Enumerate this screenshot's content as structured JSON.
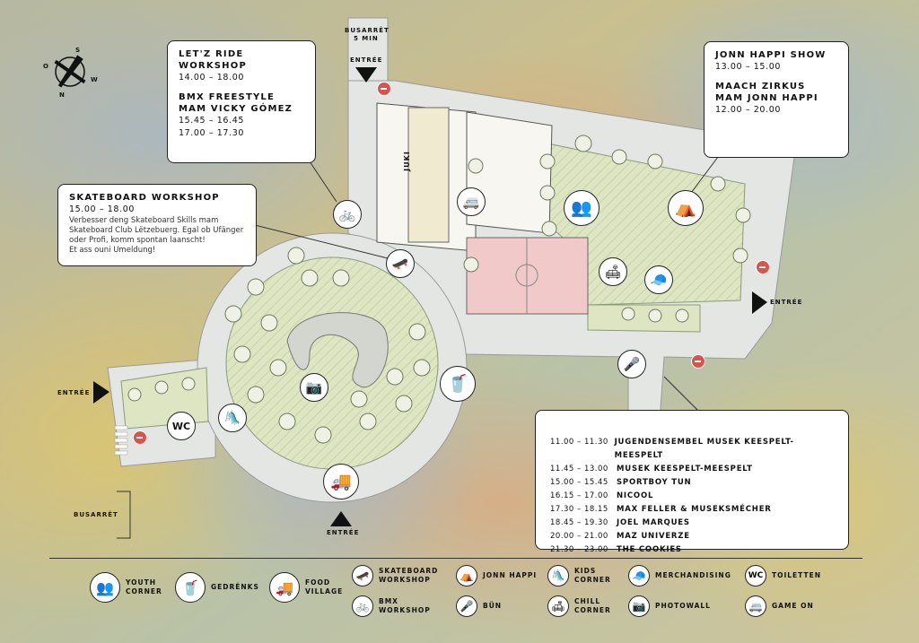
{
  "callouts": {
    "letz_ride": {
      "title1": "LET'Z RIDE",
      "title2": "WORKSHOP",
      "time1": "14.00 – 18.00",
      "title3": "BMX FREESTYLE",
      "title4": "MAM VICKY GÓMEZ",
      "time2": "15.45 – 16.45",
      "time3": "17.00 – 17.30"
    },
    "skateboard": {
      "title": "SKATEBOARD WORKSHOP",
      "time": "15.00 – 18.00",
      "desc1": "Verbesser deng Skateboard Skills mam",
      "desc2": "Skateboard Club Lëtzebuerg. Egal ob Ufänger",
      "desc3": "oder Profi, komm spontan laanscht!",
      "desc4": "Et ass ouni Umeldung!"
    },
    "jonn_happi": {
      "title1": "JONN HAPPI SHOW",
      "time1": "13.00 – 15.00",
      "title2": "MAACH ZIRKUS",
      "title3": "MAM JONN HAPPI",
      "time2": "12.00 – 20.00"
    }
  },
  "schedule": [
    {
      "time": "11.00 – 11.30",
      "act": "JUGENDENSEMBEL MUSEK KEESPELT-MEESPELT"
    },
    {
      "time": "11.45 – 13.00",
      "act": "MUSEK KEESPELT-MEESPELT"
    },
    {
      "time": "15.00 – 15.45",
      "act": "SPORTBOY TUN"
    },
    {
      "time": "16.15 – 17.00",
      "act": "NICOOL"
    },
    {
      "time": "17.30 – 18.15",
      "act": "MAX FELLER & MUSEKSMÉCHER"
    },
    {
      "time": "18.45 – 19.30",
      "act": "JOEL MARQUES"
    },
    {
      "time": "20.00 – 21.00",
      "act": "MAZ UNIVERZE"
    },
    {
      "time": "21.30 – 23.00",
      "act": "THE COOKIES"
    }
  ],
  "map_labels": {
    "busarret_top1": "BUSARRÊT",
    "busarret_top2": "5 MIN",
    "entree_top": "ENTRÉE",
    "entree_right": "ENTRÉE",
    "entree_left": "ENTRÉE",
    "entree_bottom": "ENTRÉE",
    "busarret_bottom": "BUSARRÊT",
    "juki": "JUKI",
    "wc": "WC"
  },
  "compass": {
    "s": "S",
    "w": "W",
    "n": "N",
    "o": "O"
  },
  "legend": [
    {
      "icon": "youth-corner-icon",
      "glyph": "👥",
      "line1": "YOUTH",
      "line2": "CORNER"
    },
    {
      "icon": "drinks-icon",
      "glyph": "🥤",
      "line1": "GEDRÉNKS",
      "line2": ""
    },
    {
      "icon": "food-truck-icon",
      "glyph": "🚚",
      "line1": "FOOD",
      "line2": "VILLAGE"
    },
    {
      "icon": "skateboard-icon",
      "glyph": "🛹",
      "line1": "SKATEBOARD",
      "line2": "WORKSHOP"
    },
    {
      "icon": "bmx-icon",
      "glyph": "🚲",
      "line1": "BMX",
      "line2": "WORKSHOP"
    },
    {
      "icon": "jonn-happi-icon",
      "glyph": "⛺",
      "line1": "JONN HAPPI",
      "line2": ""
    },
    {
      "icon": "microphone-icon",
      "glyph": "🎤",
      "line1": "BÜN",
      "line2": ""
    },
    {
      "icon": "kids-corner-icon",
      "glyph": "🛝",
      "line1": "KIDS",
      "line2": "CORNER"
    },
    {
      "icon": "chill-corner-icon",
      "glyph": "🛋",
      "line1": "CHILL",
      "line2": "CORNER"
    },
    {
      "icon": "merchandising-icon",
      "glyph": "🧢",
      "line1": "MERCHANDISING",
      "line2": ""
    },
    {
      "icon": "photowall-icon",
      "glyph": "📷",
      "line1": "PHOTOWALL",
      "line2": ""
    },
    {
      "icon": "wc-icon",
      "glyph": "WC",
      "line1": "TOILETTEN",
      "line2": ""
    },
    {
      "icon": "game-on-icon",
      "glyph": "🚐",
      "line1": "GAME ON",
      "line2": ""
    }
  ],
  "colors": {
    "accent_red": "#d9534f",
    "lawn": "#dde5c3",
    "road": "#e4e6e4",
    "court": "#f1c9c9"
  }
}
